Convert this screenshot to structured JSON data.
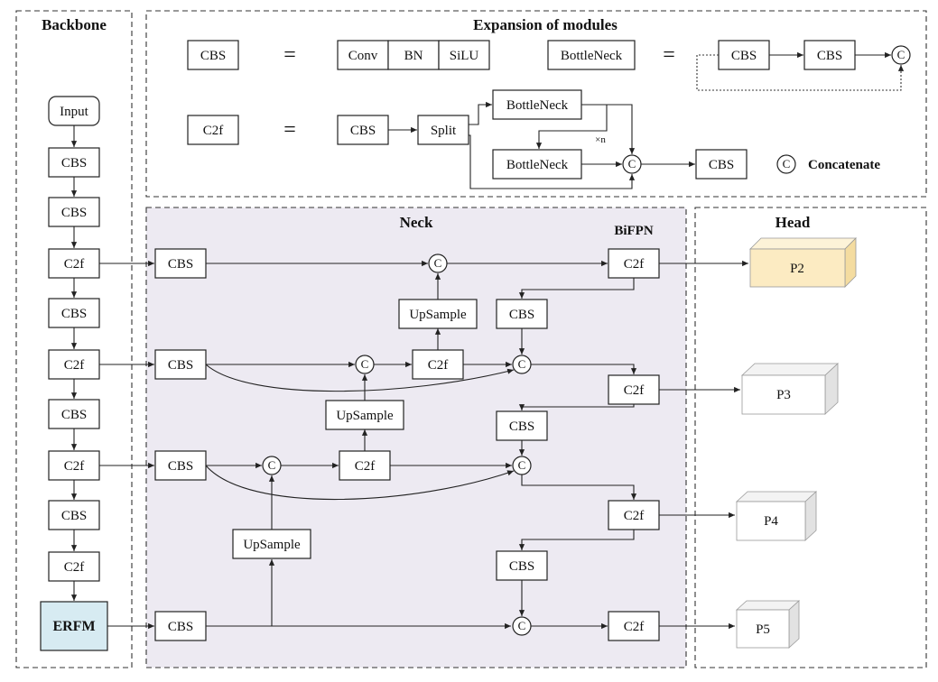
{
  "sections": {
    "backbone": "Backbone",
    "expansion": "Expansion of modules",
    "neck": "Neck",
    "bifpn": "BiFPN",
    "head": "Head"
  },
  "glyphs": {
    "concat": "C",
    "equals": "=",
    "repeat": "×n"
  },
  "expansion": {
    "cbs": "CBS",
    "conv": "Conv",
    "bn": "BN",
    "silu": "SiLU",
    "bottleneck": "BottleNeck",
    "c2f": "C2f",
    "split": "Split",
    "concatenate": "Concatenate"
  },
  "backbone": {
    "input": "Input",
    "cbs": "CBS",
    "c2f": "C2f",
    "erfm": "ERFM"
  },
  "neck": {
    "cbs": "CBS",
    "c2f": "C2f",
    "upsample": "UpSample"
  },
  "head": {
    "p2": "P2",
    "p3": "P3",
    "p4": "P4",
    "p5": "P5"
  },
  "colors": {
    "neck_bg": "#edeaf2",
    "erfm_fill": "#d7ebf2",
    "p2_front": "#fcebc2",
    "p2_top": "#fdf3d8",
    "p2_side": "#f4dca0",
    "cube_front": "#ffffff",
    "cube_top": "#f3f3f3",
    "cube_side": "#e2e2e2"
  }
}
